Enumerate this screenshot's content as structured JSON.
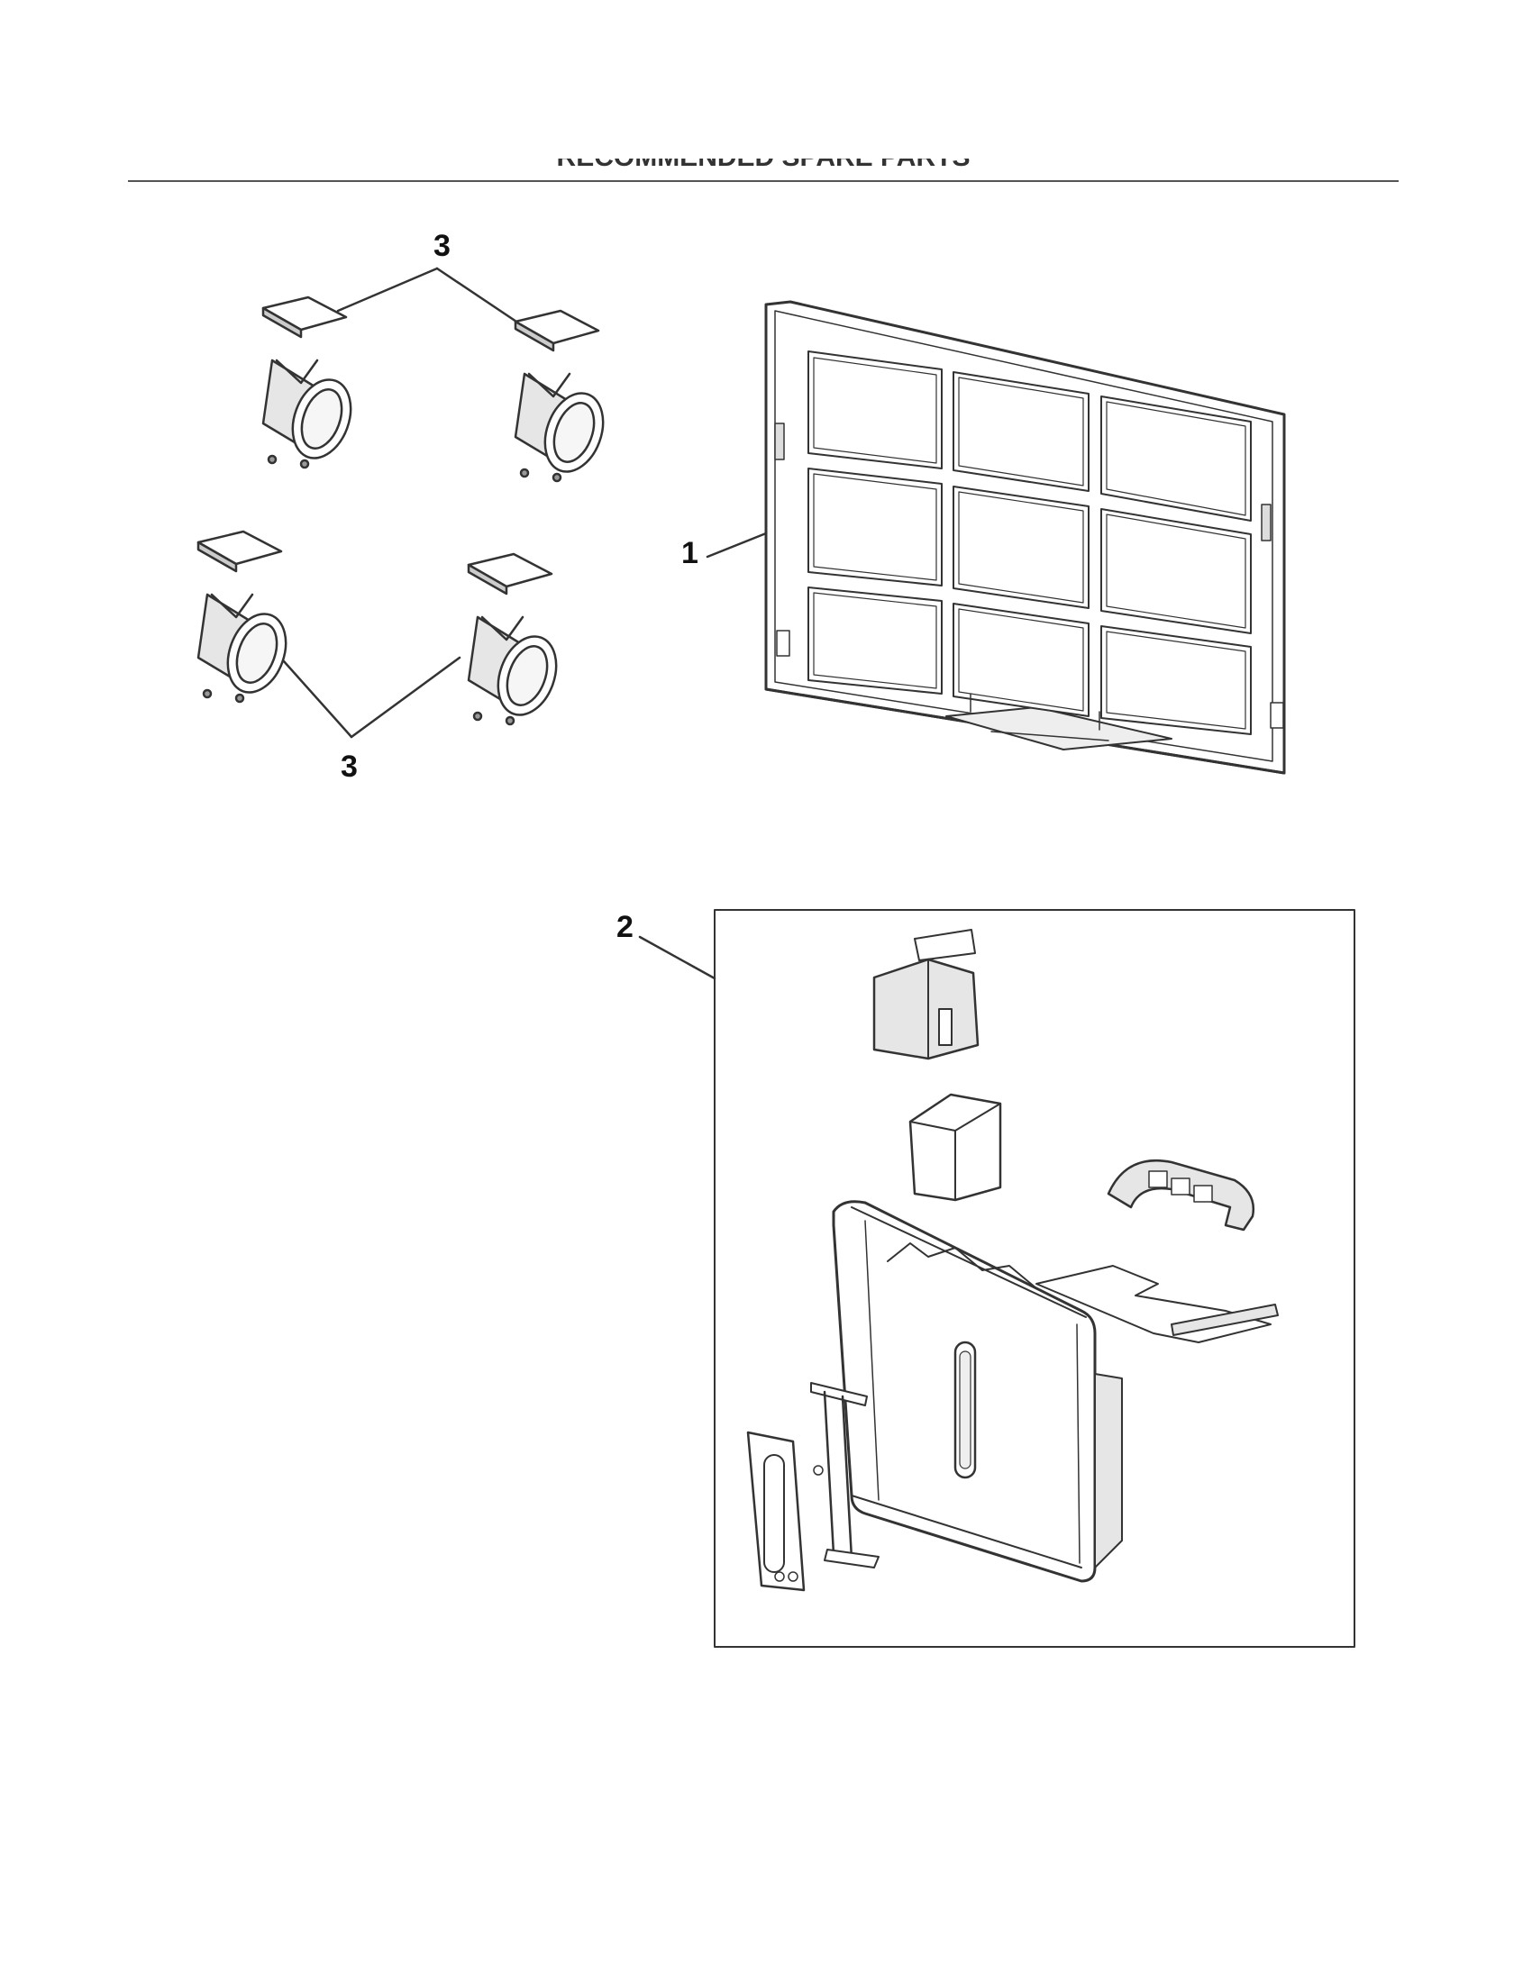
{
  "header": {
    "title": "RECOMMENDED SPARE PARTS"
  },
  "callouts": [
    {
      "id": "caster-top",
      "label": "3"
    },
    {
      "id": "filter",
      "label": "1"
    },
    {
      "id": "caster-bottom",
      "label": "3"
    },
    {
      "id": "water-tank-kit",
      "label": "2"
    }
  ],
  "colors": {
    "line": "#333333",
    "fill": "#ffffff",
    "shade": "#e6e6e6"
  }
}
